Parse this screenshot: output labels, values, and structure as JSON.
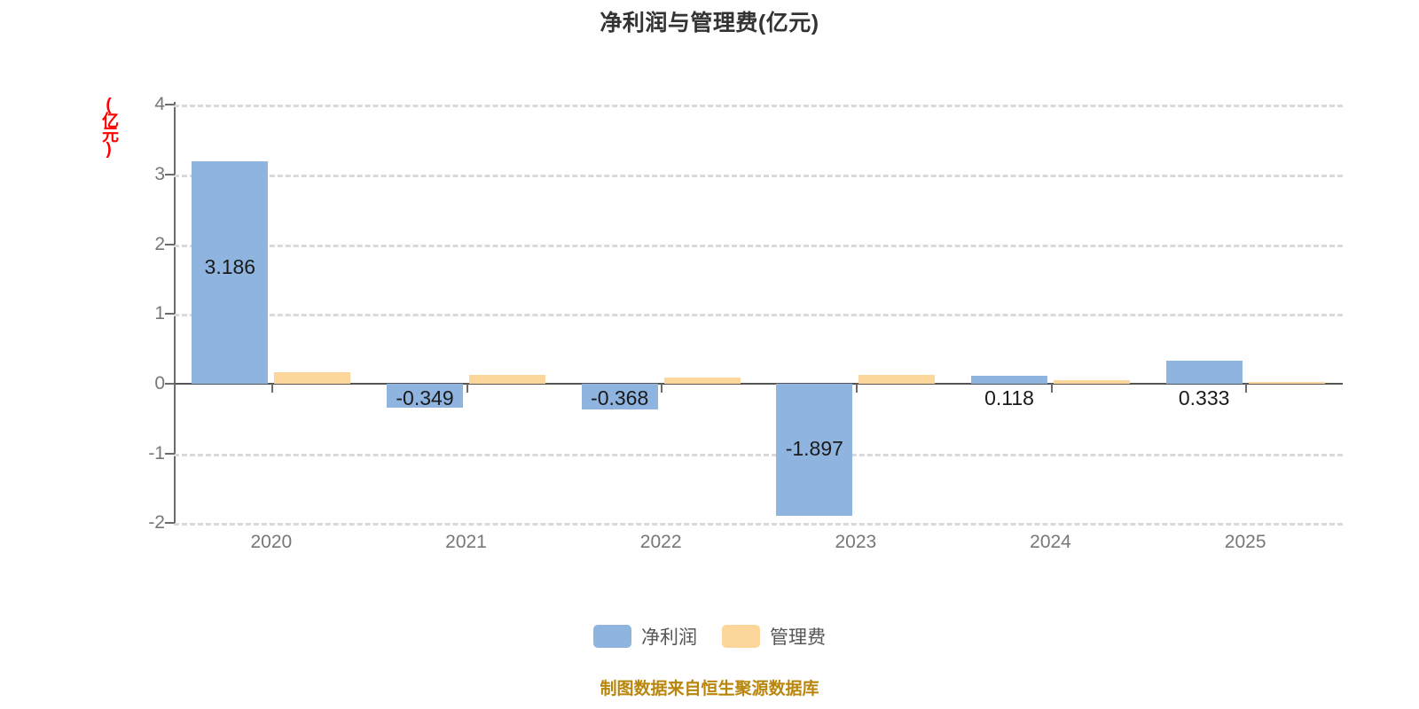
{
  "chart_data": {
    "type": "bar",
    "title": "净利润与管理费(亿元)",
    "xlabel": "",
    "ylabel": "(亿元)",
    "ylim": [
      -2,
      4
    ],
    "yticks": [
      4,
      3,
      2,
      1,
      0,
      -1,
      -2
    ],
    "ytick_labels": [
      "4",
      "3",
      "2",
      "1",
      "0",
      "-1",
      "-2"
    ],
    "categories": [
      "2020",
      "2021",
      "2022",
      "2023",
      "2024",
      "2025"
    ],
    "grid": true,
    "legend_position": "bottom",
    "series": [
      {
        "name": "净利润",
        "color": "#8fb4e0",
        "values": [
          3.186,
          -0.349,
          -0.368,
          -1.897,
          0.118,
          0.333
        ],
        "labels": [
          "3.186",
          "-0.349",
          "-0.368",
          "-1.897",
          "0.118",
          "0.333"
        ]
      },
      {
        "name": "管理费",
        "color": "#fcd69b",
        "values": [
          0.16,
          0.125,
          0.095,
          0.125,
          0.045,
          0.02
        ],
        "labels": [
          "",
          "",
          "",
          "",
          "",
          ""
        ]
      }
    ],
    "annotations": {
      "footer": "制图数据来自恒生聚源数据库",
      "footer_color": "#b8860b",
      "y_unit_color": "#ff0000"
    }
  },
  "legend": {
    "items": [
      {
        "label": "净利润",
        "color": "#8fb4e0"
      },
      {
        "label": "管理费",
        "color": "#fcd69b"
      }
    ]
  }
}
